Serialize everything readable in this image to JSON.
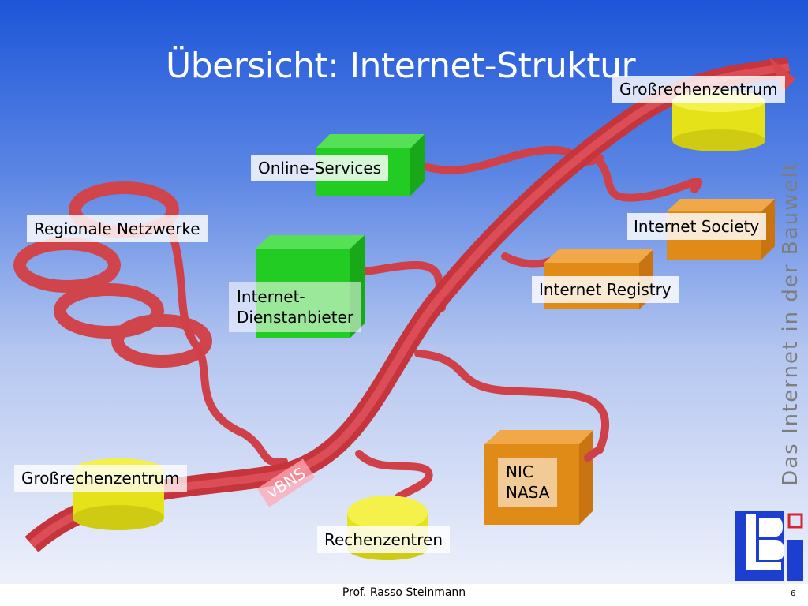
{
  "slide": {
    "title": "Übersicht: Internet-Struktur",
    "side_text": "Das Internet in der Bauwelt",
    "author": "Prof. Rasso Steinmann",
    "page_number": "6"
  },
  "labels": {
    "grossrechenzentrum_top": "Großrechenzentrum",
    "online_services": "Online-Services",
    "regionale_netzwerke": "Regionale Netzwerke",
    "internet_society": "Internet Society",
    "internet_dienstanbieter_line1": "Internet-",
    "internet_dienstanbieter_line2": "Dienstanbieter",
    "internet_registry": "Internet Registry",
    "nic": "NIC",
    "nasa": "NASA",
    "grossrechenzentrum_bottom": "Großrechenzentrum",
    "vbns": "vBNS",
    "rechenzentren": "Rechenzentren"
  },
  "colors": {
    "backbone": "#d8464c",
    "cylinder": "#e6e21a",
    "green_box": "#22cc22",
    "orange_box": "#e08a18"
  }
}
